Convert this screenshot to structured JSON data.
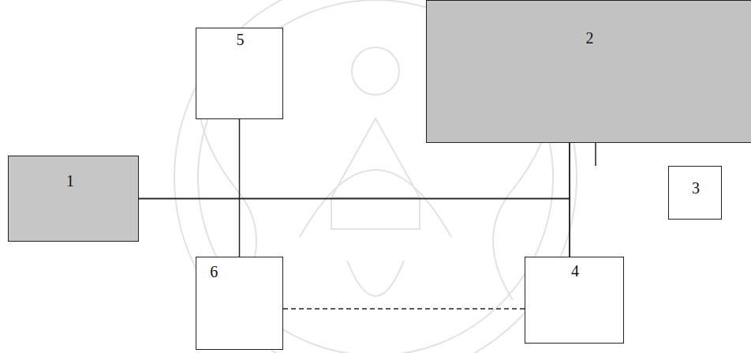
{
  "diagram": {
    "nodes": [
      {
        "text": [
          "1"
        ]
      },
      {
        "text": [
          "2"
        ]
      },
      {
        "text": [
          "3"
        ]
      },
      {
        "text": [
          "4"
        ]
      },
      {
        "text": [
          "5"
        ]
      },
      {
        "text": [
          "6"
        ]
      }
    ],
    "edges": [
      {
        "from": 0,
        "to": 1,
        "arrow": "none"
      },
      {
        "from": 0,
        "to": 3,
        "arrow": "none"
      },
      {
        "from": 1,
        "to": 2,
        "arrow": "none"
      },
      {
        "from": 1,
        "to": 3,
        "arrow": "none"
      },
      {
        "from": 4,
        "to": 5,
        "arrow": "none"
      },
      {
        "from": 5,
        "to": 3,
        "arrow": "none"
      }
    ]
  }
}
